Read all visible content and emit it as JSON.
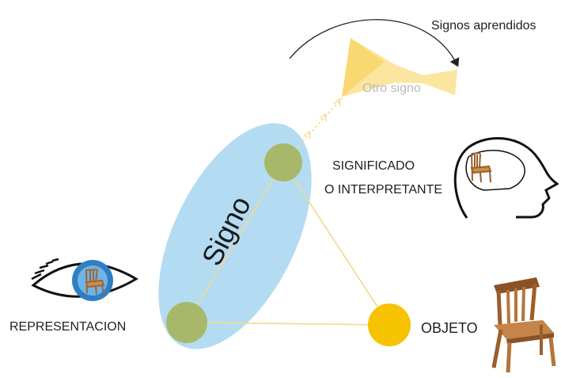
{
  "labels": {
    "learned_signs": "Signos aprendidos",
    "other_sign": "Otro signo",
    "signified_line1": "SIGNIFICADO",
    "signified_line2": "O INTERPRETANTE",
    "sign": "Signo",
    "representation": "REPRESENTACION",
    "object": "OBJETO"
  },
  "colors": {
    "ellipse": "#b3dcf3",
    "green_node": "#a8b86a",
    "object_node": "#f7c200",
    "triangle_line": "#f4d98a",
    "arrow_yellow": "#f8d86a",
    "chair_wood": "#b5743a",
    "eye_iris": "#2e7fc4",
    "text": "#1f1f1f",
    "faded_text": "#b9b9b9"
  }
}
